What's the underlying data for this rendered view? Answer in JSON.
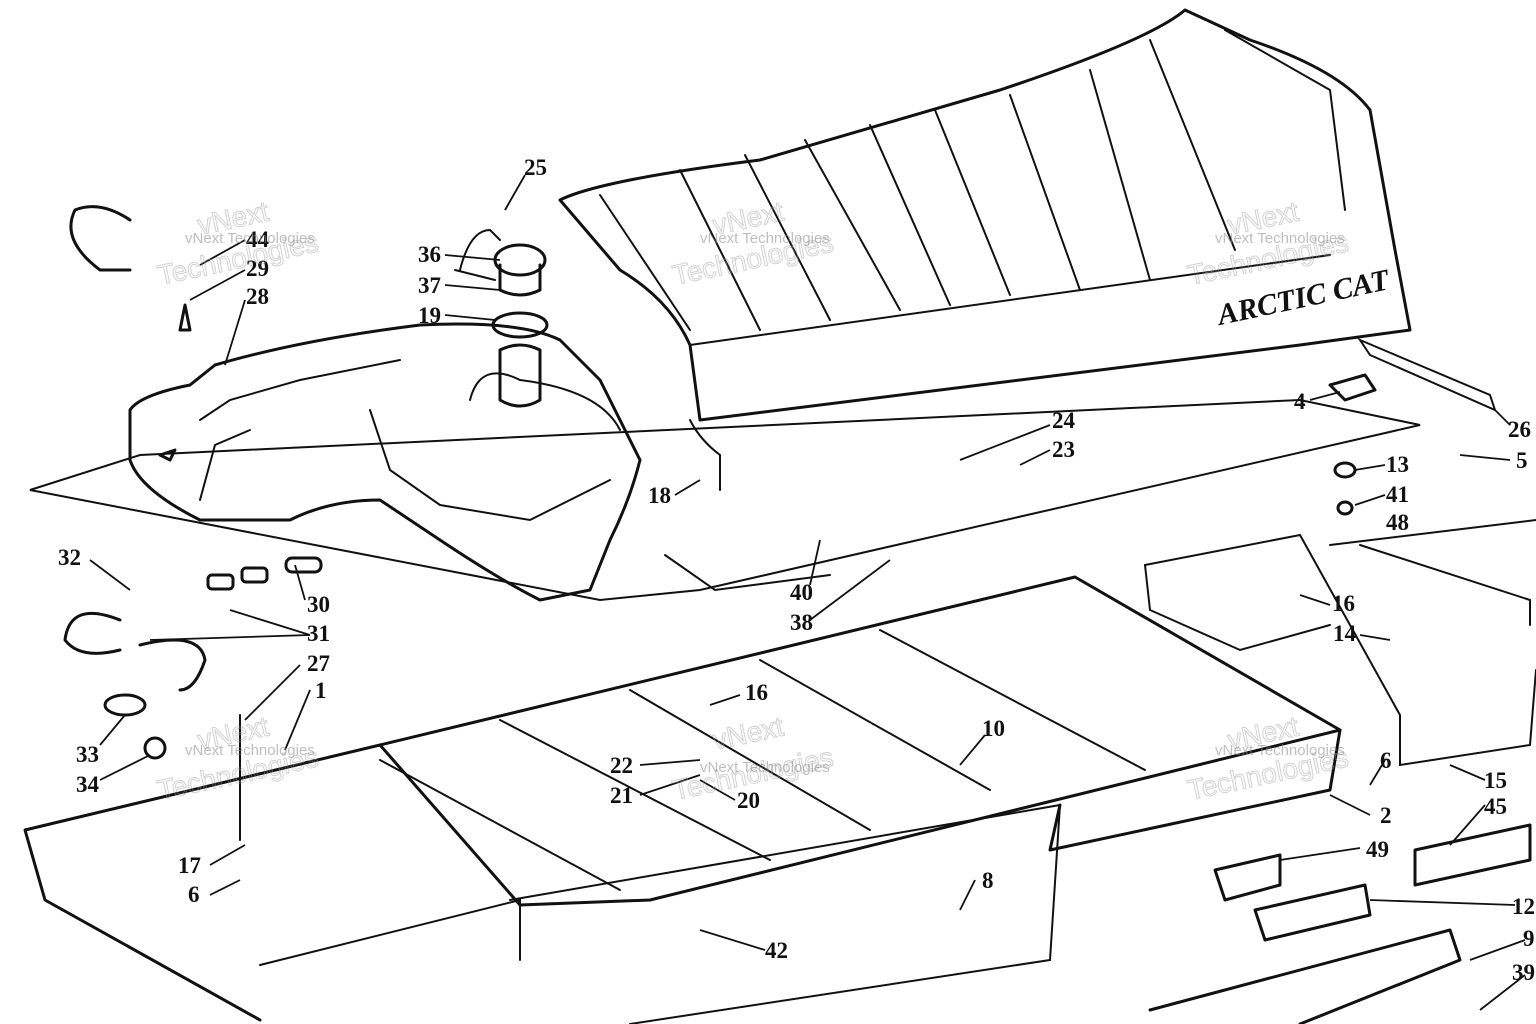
{
  "diagram": {
    "brand_text": "ARCTIC CAT",
    "watermark": {
      "small": "vNext Technologies",
      "big_a": "vNext",
      "big_b": "Technologies"
    },
    "callouts": {
      "c25": "25",
      "c44": "44",
      "c29": "29",
      "c28": "28",
      "c36": "36",
      "c37": "37",
      "c19": "19",
      "c18": "18",
      "c24": "24",
      "c23": "23",
      "c4": "4",
      "c26": "26",
      "c5": "5",
      "c13": "13",
      "c41": "41",
      "c48": "48",
      "c32": "32",
      "c30": "30",
      "c31": "31",
      "c27": "27",
      "c1": "1",
      "c33": "33",
      "c34": "34",
      "c40": "40",
      "c38": "38",
      "c16a": "16",
      "c16b": "16",
      "c14": "14",
      "c10": "10",
      "c22": "22",
      "c21": "21",
      "c20": "20",
      "c17": "17",
      "c6a": "6",
      "c6b": "6",
      "c2": "2",
      "c15": "15",
      "c45": "45",
      "c49": "49",
      "c8": "8",
      "c42": "42",
      "c12": "12",
      "c9": "9",
      "c39": "39"
    }
  }
}
